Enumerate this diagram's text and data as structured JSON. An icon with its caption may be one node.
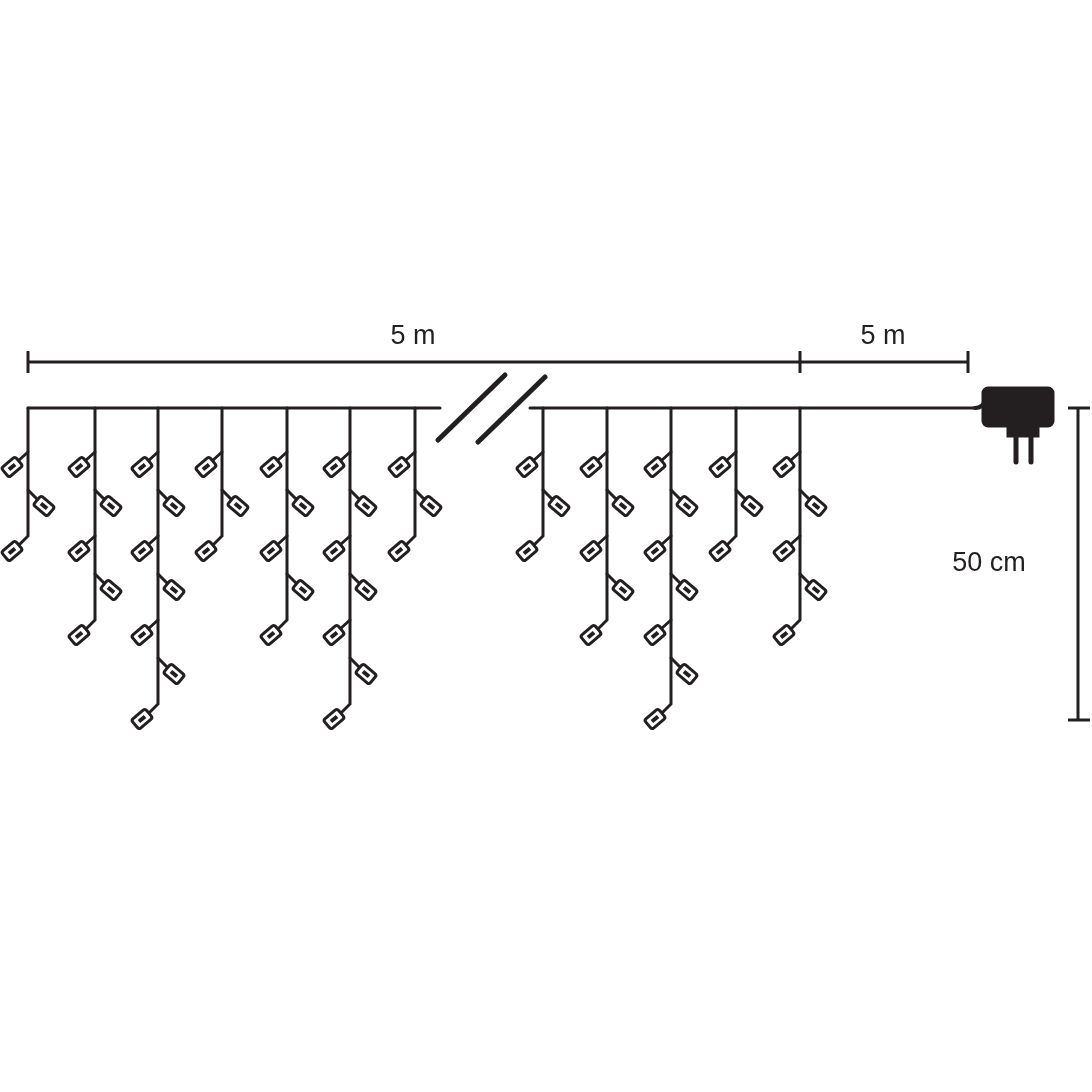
{
  "diagram": {
    "labels": [
      "5 m",
      "5 m",
      "50 cm"
    ]
  }
}
